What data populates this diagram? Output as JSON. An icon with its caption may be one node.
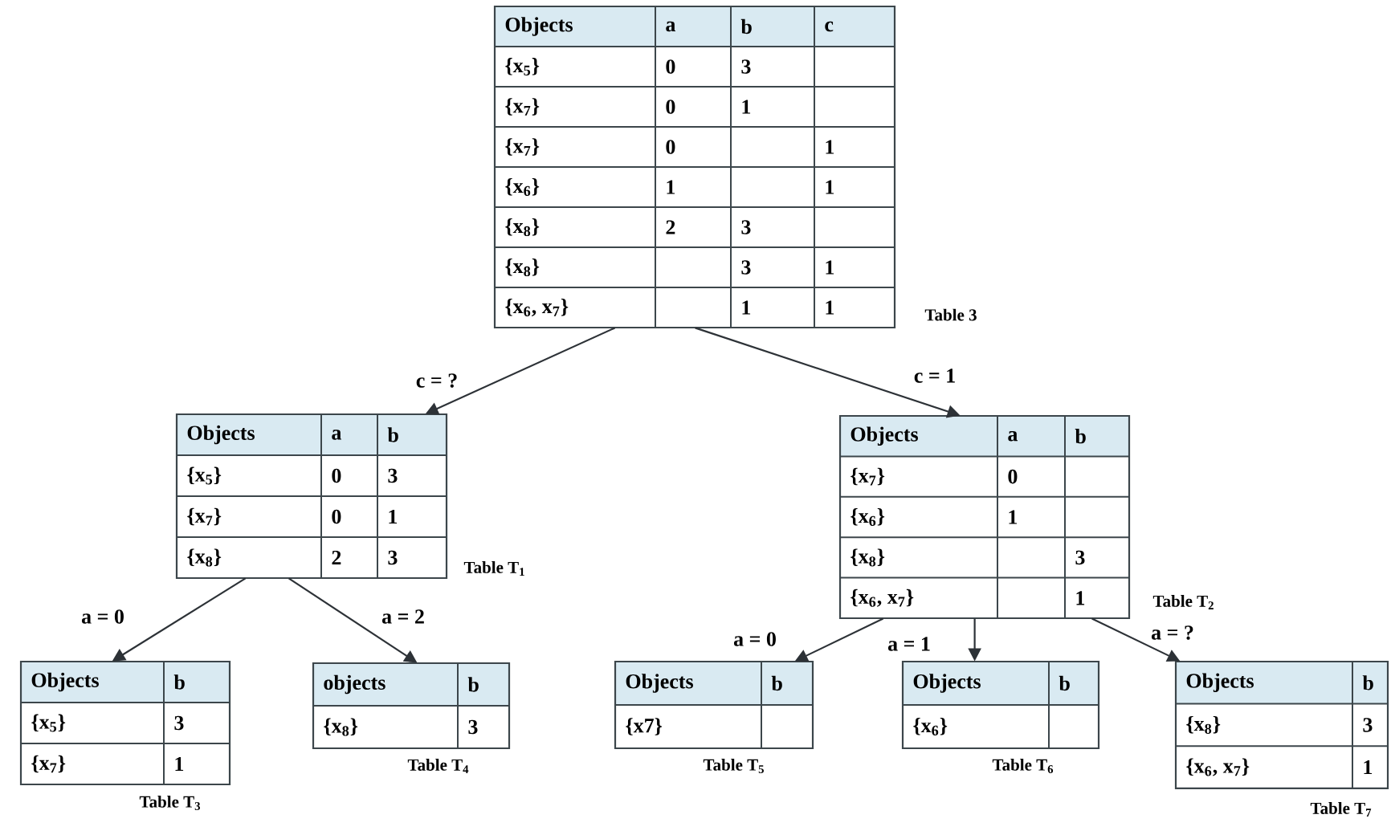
{
  "diagram": {
    "nodes": [
      {
        "text": [
          "Objects",
          "a",
          "b",
          "c",
          "{x$_{5}$}",
          "0",
          "3",
          "{x$_{7}$}",
          "0",
          "1",
          "{x$_{7}$}",
          "0",
          "1",
          "{x$_{6}$}",
          "1",
          "1",
          "{x$_{8}$}",
          "2",
          "3",
          "{x$_{8}$}",
          "3",
          "1",
          "{x$_{6}$, x$_{7}$}",
          "1",
          "1"
        ],
        "beside": [
          "Table 3"
        ]
      },
      {
        "text": [
          "Objects",
          "a",
          "b",
          "{x$_{5}$}",
          "0",
          "3",
          "{x$_{7}$}",
          "0",
          "1",
          "{x$_{8}$}",
          "2",
          "3"
        ],
        "beside": [
          "Table T$_{1}$"
        ]
      },
      {
        "text": [
          "Objects",
          "a",
          "b",
          "{x$_{7}$}",
          "0",
          "{x$_{6}$}",
          "1",
          "{x$_{8}$}",
          "3",
          "{x$_{6}$, x$_{7}$}",
          "1"
        ],
        "beside": [
          "Table T$_{2}$"
        ]
      },
      {
        "text": [
          "Objects",
          "b",
          "{x$_{5}$}",
          "3",
          "{x$_{7}$}",
          "1"
        ],
        "beside": [
          "Table T$_{3}$"
        ]
      },
      {
        "text": [
          "objects",
          "b",
          "{x$_{8}$}",
          "3"
        ],
        "beside": [
          "Table T$_{4}$"
        ]
      },
      {
        "text": [
          "Objects",
          "b",
          "{x7}"
        ],
        "beside": [
          "Table T$_{5}$"
        ]
      },
      {
        "text": [
          "Objects",
          "b",
          "{x$_{6}$}"
        ],
        "beside": [
          "Table T$_{6}$"
        ]
      },
      {
        "text": [
          "Objects",
          "b",
          "{x$_{8}$}",
          "3",
          "{x$_{6}$, x$_{7}$}",
          "1"
        ],
        "beside": [
          "Table T$_{7}$"
        ]
      }
    ],
    "edges": [
      {
        "from": 0,
        "to": 1,
        "arrow": "to",
        "label": "c = ?"
      },
      {
        "from": 0,
        "to": 2,
        "arrow": "to",
        "label": "c = 1"
      },
      {
        "from": 1,
        "to": 3,
        "arrow": "to",
        "label": "a = 0"
      },
      {
        "from": 1,
        "to": 4,
        "arrow": "to",
        "label": "a = 2"
      },
      {
        "from": 2,
        "to": 5,
        "arrow": "to",
        "label": "a = 0"
      },
      {
        "from": 2,
        "to": 6,
        "arrow": "to",
        "label": "a = 1"
      },
      {
        "from": 2,
        "to": 7,
        "arrow": "to",
        "label": "a = ?"
      }
    ]
  }
}
